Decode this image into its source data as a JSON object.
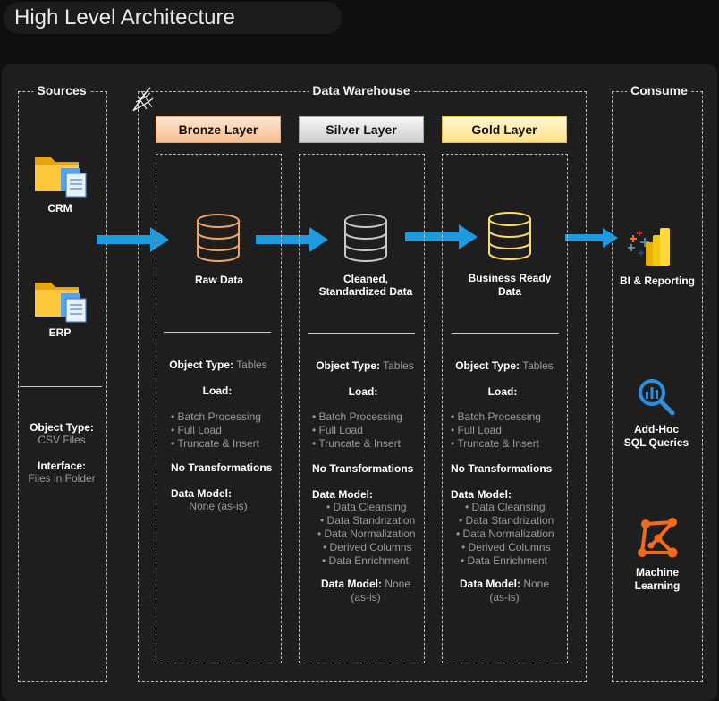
{
  "header": {
    "title": "High Level Architecture"
  },
  "sections": {
    "sources": "Sources",
    "warehouse": "Data Warehouse",
    "consume": "Consume"
  },
  "sources": {
    "items": [
      {
        "label": "CRM"
      },
      {
        "label": "ERP"
      }
    ],
    "object_type_label": "Object Type:",
    "object_type_value": "CSV Files",
    "interface_label": "Interface:",
    "interface_value": "Files in Folder"
  },
  "layers": [
    {
      "name": "Bronze Layer",
      "db_label": "Raw Data",
      "object_type_label": "Object Type:",
      "object_type_value": "Tables",
      "load_label": "Load:",
      "load_items": [
        "• Batch Processing",
        "• Full Load",
        "• Truncate & Insert"
      ],
      "transformations": "No Transformations",
      "data_model_label": "Data Model:",
      "data_model_value": "None (as-is)"
    },
    {
      "name": "Silver Layer",
      "db_label_1": "Cleaned,",
      "db_label_2": "Standardized Data",
      "object_type_label": "Object Type:",
      "object_type_value": "Tables",
      "load_label": "Load:",
      "load_items": [
        "• Batch Processing",
        "• Full Load",
        "• Truncate & Insert"
      ],
      "transformations": "No Transformations",
      "data_model_label": "Data Model:",
      "model_items": [
        "• Data Cleansing",
        "• Data Standrization",
        "• Data Normalization",
        "• Derived Columns",
        "• Data Enrichment"
      ],
      "data_model2_label": "Data Model:",
      "data_model2_value_1": "None",
      "data_model2_value_2": "(as-is)"
    },
    {
      "name": "Gold Layer",
      "db_label_1": "Business Ready",
      "db_label_2": "Data",
      "object_type_label": "Object Type:",
      "object_type_value": "Tables",
      "load_label": "Load:",
      "load_items": [
        "• Batch Processing",
        "• Full Load",
        "• Truncate & Insert"
      ],
      "transformations": "No Transformations",
      "data_model_label": "Data Model:",
      "model_items": [
        "• Data Cleansing",
        "• Data Standrization",
        "• Data Normalization",
        "• Derived Columns",
        "• Data Enrichment"
      ],
      "data_model2_label": "Data Model:",
      "data_model2_value_1": "None",
      "data_model2_value_2": "(as-is)"
    }
  ],
  "consume": {
    "items": [
      {
        "label_1": "BI & Reporting",
        "icon": "power-bi-icon"
      },
      {
        "label_1": "Add-Hoc",
        "label_2": "SQL Queries",
        "icon": "search-chart-icon"
      },
      {
        "label_1": "Machine",
        "label_2": "Learning",
        "icon": "network-graph-icon"
      }
    ]
  },
  "colors": {
    "arrow": "#1e9be0",
    "bronze_db": "#f4a460",
    "silver_db": "#c8c8c8",
    "gold_db": "#ffd966",
    "search_icon": "#2b8fe0",
    "ml_icon": "#f26b1d"
  }
}
